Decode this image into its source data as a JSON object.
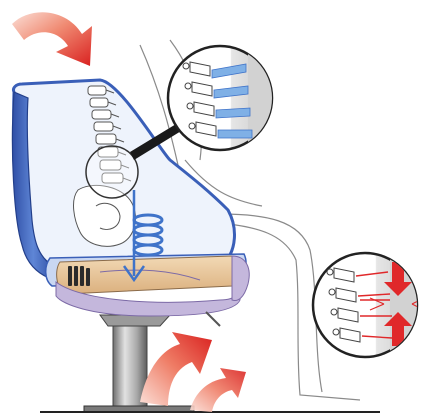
{
  "diagram": {
    "elements": [
      {
        "name": "person-seated-outline"
      },
      {
        "name": "spine-column"
      },
      {
        "name": "pelvis-bone"
      },
      {
        "name": "ergonomic-seat-shell"
      },
      {
        "name": "seat-cushion"
      },
      {
        "name": "shock-absorber-spring"
      },
      {
        "name": "downward-load-arrow"
      },
      {
        "name": "upward-force-arrow"
      },
      {
        "name": "pressure-arrow-top"
      },
      {
        "name": "lumbar-magnifier-lens"
      },
      {
        "name": "spine-detail-zoom-healthy"
      },
      {
        "name": "spine-detail-zoom-compressed"
      },
      {
        "name": "seat-base-column"
      }
    ],
    "colors": {
      "seat_blue": "#3a5fb8",
      "seat_light_blue": "#c9d7f2",
      "cushion_tan": "#e9c89e",
      "cushion_lilac": "#c4b7dc",
      "spring_blue": "#3f73c9",
      "disc_blue": "#7fb0e6",
      "arrow_red": "#e0282a",
      "arrow_light": "#f6c2b5",
      "bone_gray": "#8d8d8d",
      "column_gray": "#b8b8b8"
    }
  }
}
